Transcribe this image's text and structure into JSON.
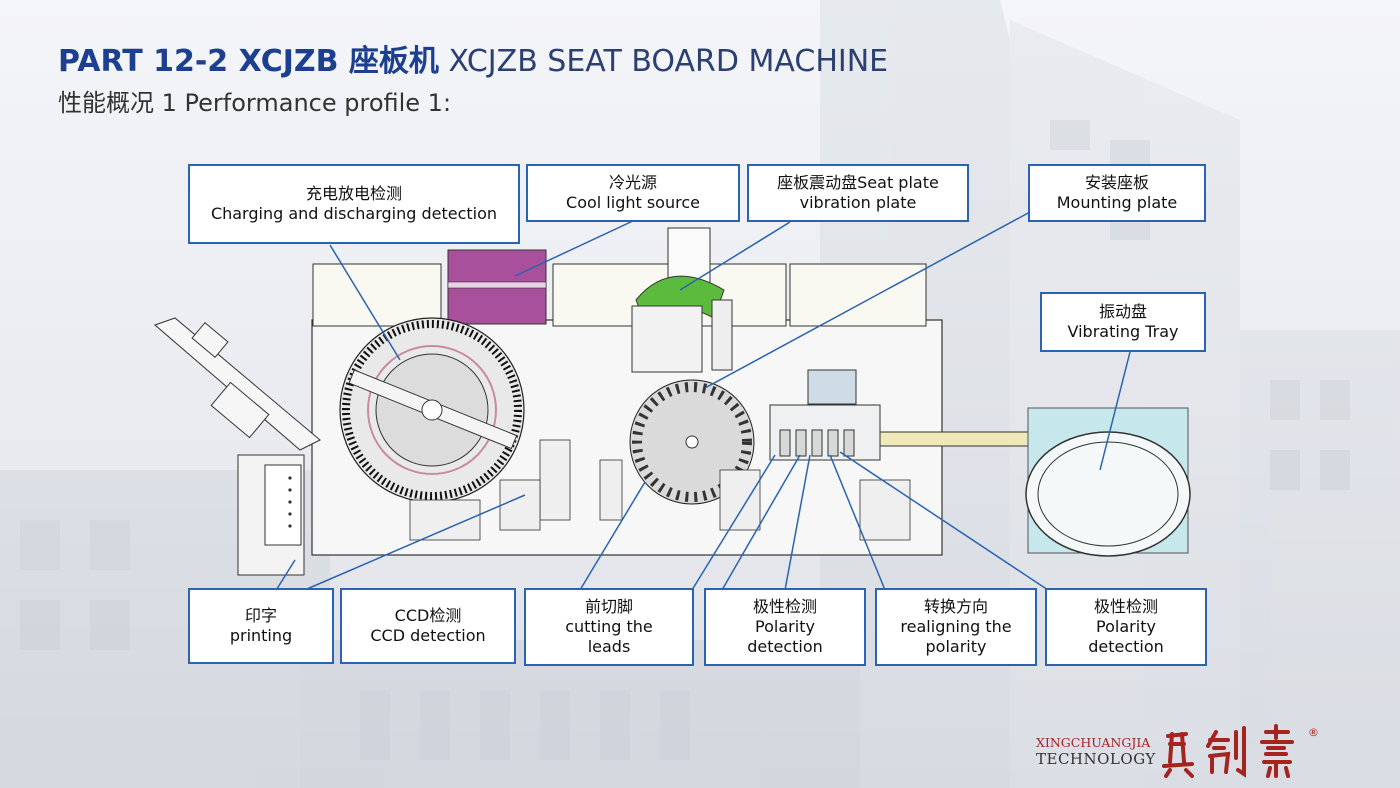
{
  "header": {
    "title_part": "PART 12-2  XCJZB 座板机",
    "title_rest": " XCJZB SEAT BOARD MACHINE",
    "subtitle": "性能概况 1 Performance profile 1:"
  },
  "labels": {
    "charging": {
      "cn": "充电放电检测",
      "en": "Charging and discharging detection"
    },
    "cool_light": {
      "cn": "冷光源",
      "en": "Cool light source"
    },
    "seat_plate_vib": {
      "cn": "座板震动盘Seat plate",
      "en": "vibration plate"
    },
    "mounting": {
      "cn": "安装座板",
      "en": "Mounting plate"
    },
    "vibrating_tray": {
      "cn": "振动盘",
      "en": "Vibrating Tray"
    },
    "printing": {
      "cn": "印字",
      "en": "printing"
    },
    "ccd": {
      "cn": "CCD检测",
      "en": "CCD detection"
    },
    "cutting": {
      "cn": "前切脚",
      "en1": "cutting the",
      "en2": "leads"
    },
    "polarity1": {
      "cn": "极性检测",
      "en1": "Polarity",
      "en2": "detection"
    },
    "realign": {
      "cn": "转换方向",
      "en1": "realigning the",
      "en2": "polarity"
    },
    "polarity2": {
      "cn": "极性检测",
      "en1": "Polarity",
      "en2": "detection"
    }
  },
  "brand": {
    "line1": "XINGCHUANGJIA",
    "line2": "TECHNOLOGY",
    "registered": "®"
  },
  "colors": {
    "title_blue": "#1d3f8f",
    "box_border": "#2a63b0",
    "leader_line": "#2a63b0",
    "magenta_box": "#a8509c",
    "green_hopper": "#5cbb3c",
    "tray_fill": "#c6e8ec",
    "brand_red": "#a5241f"
  }
}
